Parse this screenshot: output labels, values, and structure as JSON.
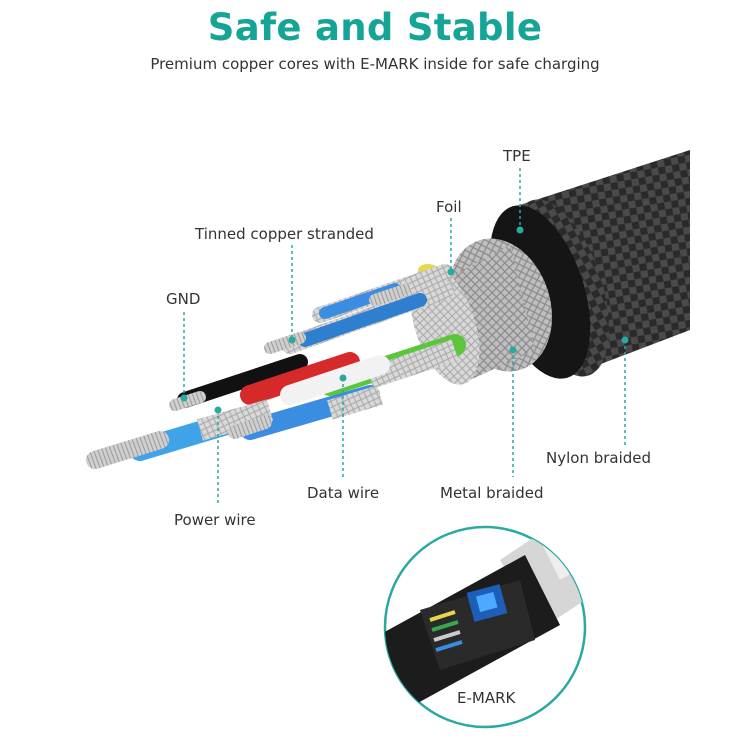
{
  "header": {
    "title": "Safe and Stable",
    "subtitle": "Premium copper cores with E-MARK inside for safe charging"
  },
  "labels": {
    "tpe": "TPE",
    "foil": "Foil",
    "tinned": "Tinned copper stranded",
    "gnd": "GND",
    "nylon": "Nylon braided",
    "metal": "Metal braided",
    "data": "Data wire",
    "power": "Power wire",
    "emark": "E-MARK"
  },
  "colors": {
    "accent": "#15a597",
    "text": "#333333",
    "callout_line": "#2aa9a0"
  }
}
